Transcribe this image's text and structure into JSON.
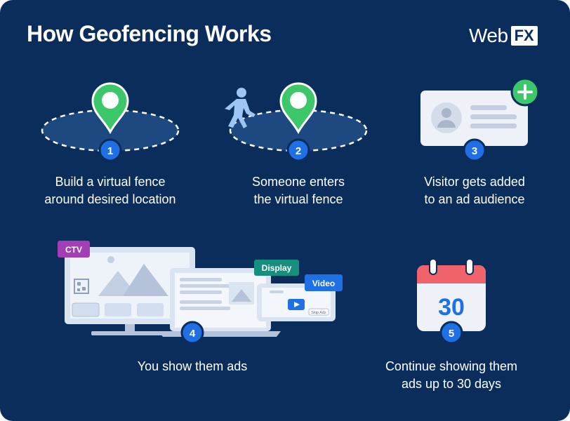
{
  "header": {
    "title": "How Geofencing Works",
    "logo_text": "Web",
    "logo_mark": "FX"
  },
  "steps": [
    {
      "number": "1",
      "caption_line1": "Build a virtual fence",
      "caption_line2": "around desired location"
    },
    {
      "number": "2",
      "caption_line1": "Someone enters",
      "caption_line2": "the virtual fence"
    },
    {
      "number": "3",
      "caption_line1": "Visitor gets added",
      "caption_line2": "to an ad audience"
    },
    {
      "number": "4",
      "caption_line1": "You show them ads",
      "caption_line2": ""
    },
    {
      "number": "5",
      "caption_line1": "Continue showing them",
      "caption_line2": "ads up to 30 days"
    }
  ],
  "devices": {
    "ctv_label": "CTV",
    "display_label": "Display",
    "video_label": "Video",
    "skip_label": "Skip Ads"
  },
  "calendar": {
    "day": "30"
  },
  "colors": {
    "background": "#0a2d5c",
    "accent_green": "#3cc76a",
    "step_blue": "#1f6fe5",
    "ctv_purple": "#a23fb5",
    "display_teal": "#178f7f",
    "calendar_red": "#f0636b"
  }
}
